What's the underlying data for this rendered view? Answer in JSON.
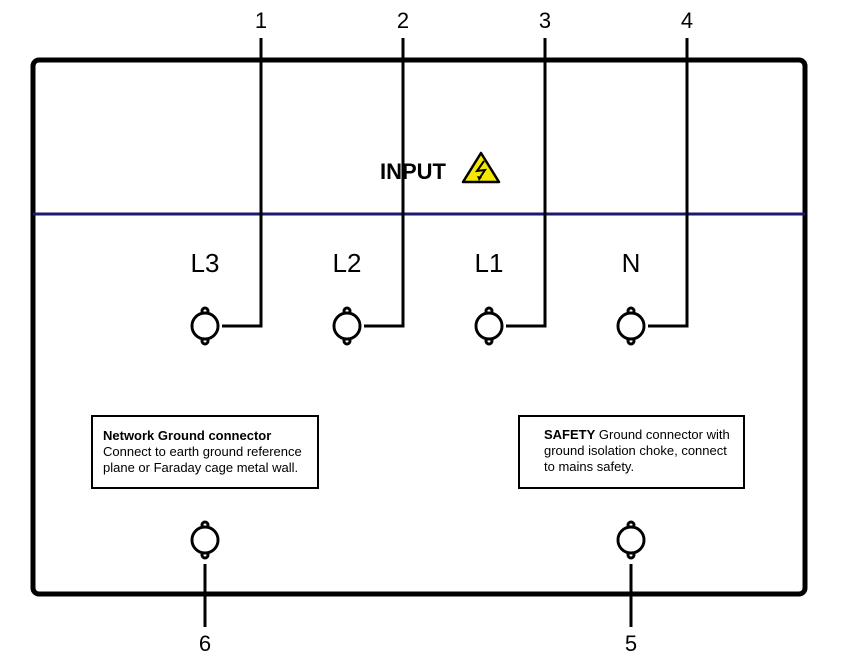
{
  "diagram": {
    "title": "INPUT",
    "warning_icon": "high-voltage-warning-icon",
    "colors": {
      "frame": "#000000",
      "divider": "#1a1a6e",
      "warning_fill": "#f5e800"
    },
    "terminals": [
      {
        "number": "1",
        "label": "L3"
      },
      {
        "number": "2",
        "label": "L2"
      },
      {
        "number": "3",
        "label": "L1"
      },
      {
        "number": "4",
        "label": "N"
      }
    ],
    "ground_terminals": [
      {
        "number": "6",
        "box_title": "Network Ground connector",
        "box_text": "Connect to earth ground reference plane or Faraday cage metal wall."
      },
      {
        "number": "5",
        "box_title": "SAFETY",
        "box_text": "Ground connector with ground isolation choke, connect to mains safety."
      }
    ]
  }
}
